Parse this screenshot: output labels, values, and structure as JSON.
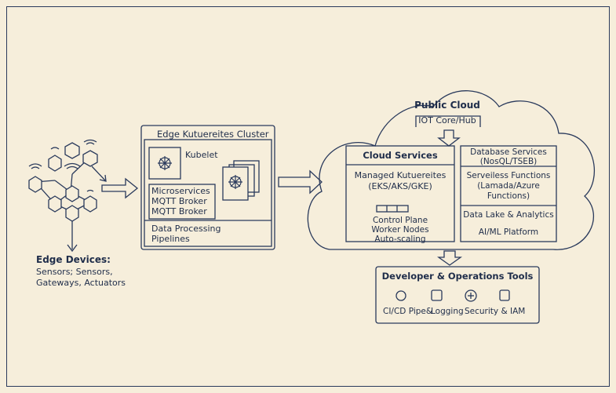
{
  "edge_devices": {
    "title": "Edge Devices:",
    "line1": "Sensors; Sensors,",
    "line2": "Gateways, Actuators"
  },
  "edge_cluster": {
    "title": "Edge Kutuereites Cluster",
    "kubelet": "Kubelet",
    "services": [
      "Microservices",
      "MQTT Broker",
      "MQTT Broker"
    ],
    "pipeline_line1": "Data Processing",
    "pipeline_line2": "Pipelines"
  },
  "public_cloud": {
    "title": "Public Cloud",
    "iot_core": "IOT Core/Hub",
    "cloud_services": {
      "title": "Cloud Services",
      "managed_line1": "Managed Kutuereites",
      "managed_line2": "(EKS/AKS/GKE)",
      "items": [
        "Control Plane",
        "Worker Nodes",
        "Auto-scaling"
      ]
    },
    "database_services": {
      "line1": "Database Services",
      "line2": "(NosQL/TSEB)"
    },
    "serverless": {
      "line1": "Serveiless Functions",
      "line2": "(Lamada/Azure",
      "line3": "Functions)"
    },
    "data_lake": "Data Lake & Analytics",
    "ai_ml": "AI/ML Platform"
  },
  "dev_tools": {
    "title": "Developer & Operations Tools",
    "items": [
      "CI/CD Pipe&",
      "Logging",
      "Security & IAM"
    ]
  },
  "colors": {
    "ink": "#1f2d4a",
    "paper": "#f6eedb"
  }
}
